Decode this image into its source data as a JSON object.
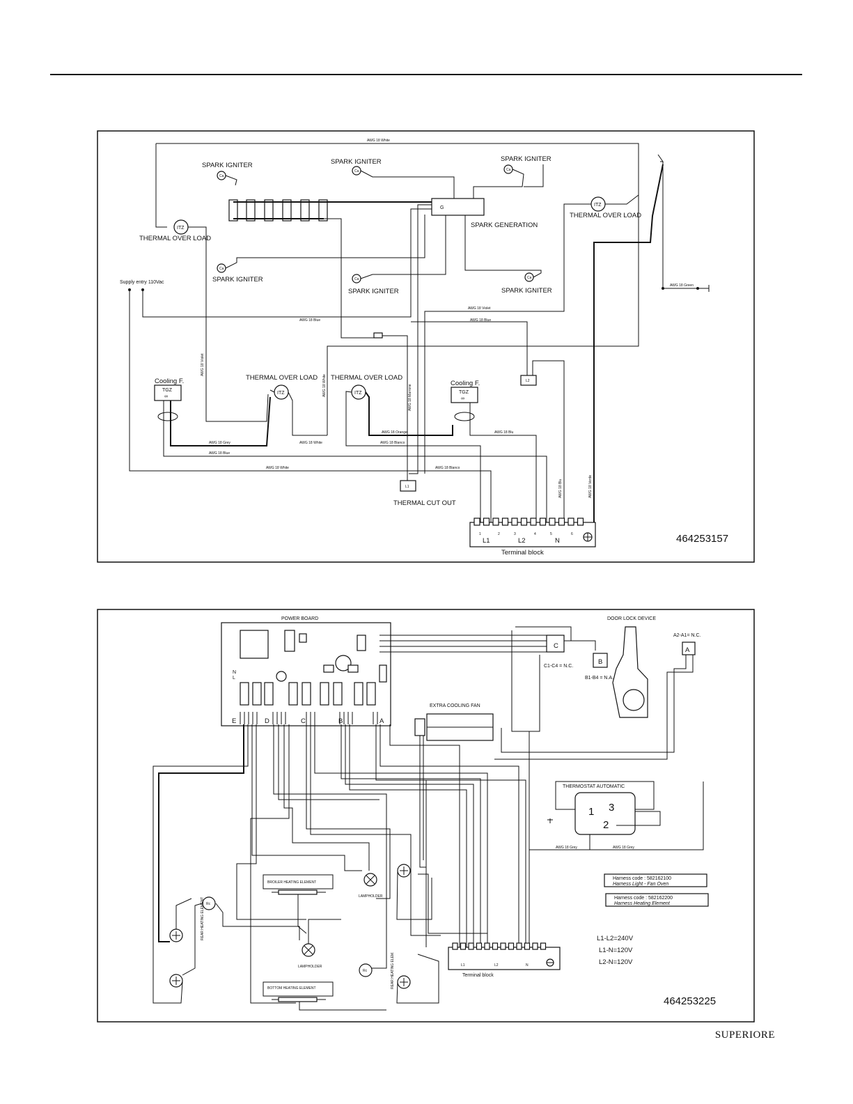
{
  "brand": "SUPERIORE",
  "diagram_top": {
    "code": "464253157",
    "terminal_block": "Terminal block",
    "terminal_groups": [
      "L1",
      "L2",
      "N"
    ],
    "terminal_numbers": [
      "1",
      "2",
      "3",
      "4",
      "5",
      "6"
    ],
    "spark_igniter": "SPARK IGNITER",
    "spark_generation": "SPARK GENERATION",
    "thermal_over_load": "THERMAL OVER LOAD",
    "thermal_cut_out": "THERMAL CUT OUT",
    "cooling_fan": "Cooling F.",
    "supply": "Supply entry 110Vac",
    "tgz": "TGZ",
    "itz": "ITZ",
    "wires": {
      "white_top": "AWG 18 White",
      "green": "AWG 18 Green",
      "violet": "AWG 18 Violet",
      "blue": "AWG 18 Blue",
      "blue2": "AWG 18 Blue",
      "violet_v": "AWG 18 Violet",
      "white_v": "AWG 18 White",
      "marrone_v": "AWG 18 Marrone",
      "orange": "AWG 18 Orange",
      "blanco": "AWG 18 Blanco",
      "grey": "AWG 18 Grey",
      "white_mid": "AWG 18 White",
      "blue_low": "AWG 18 Blue",
      "white_low": "AWG 18 White",
      "blanco_low": "AWG 18 Blanco",
      "blu": "AWG 18 Blu",
      "blu_v": "AWG 18 Blu",
      "verde_v": "AWG 18 Verde"
    }
  },
  "diagram_bottom": {
    "code": "464253225",
    "power_board": "POWER BOARD",
    "door_lock": "DOOR LOCK DEVICE",
    "a2a1": "A2-A1= N.C.",
    "c1c4": "C1-C4 = N.C.",
    "b1b4": "B1-B4 = N.A.",
    "extra_fan": "EXTRA COOLING FAN",
    "thermostat": "THERMOSTAT AUTOMATIC",
    "thermo_pins": [
      "1",
      "2",
      "3"
    ],
    "harness1_code": "Harness code : 582162100",
    "harness1_desc": "Harness Light - Fan Oven",
    "harness2_code": "Harness code : 582162200",
    "harness2_desc": "Harness Heating Element",
    "broiler": "BROILER HEATING ELEMENT",
    "bottom": "BOTTOM HEATING ELEMENT",
    "lampholder": "LAMPHOLDER",
    "rear_heating": "REAR HEATING ELEMENT",
    "rear_heating_elem": "REAR HEATING ELEM.",
    "terminal_block": "Terminal block",
    "voltages": [
      "L1-L2=240V",
      "L1-N=120V",
      "L2-N=120V"
    ],
    "board_letters": [
      "E",
      "D",
      "C",
      "B",
      "A"
    ],
    "letters_cb": [
      "C",
      "B",
      "A"
    ],
    "terminal_groups": [
      "L1",
      "L2",
      "N"
    ]
  }
}
